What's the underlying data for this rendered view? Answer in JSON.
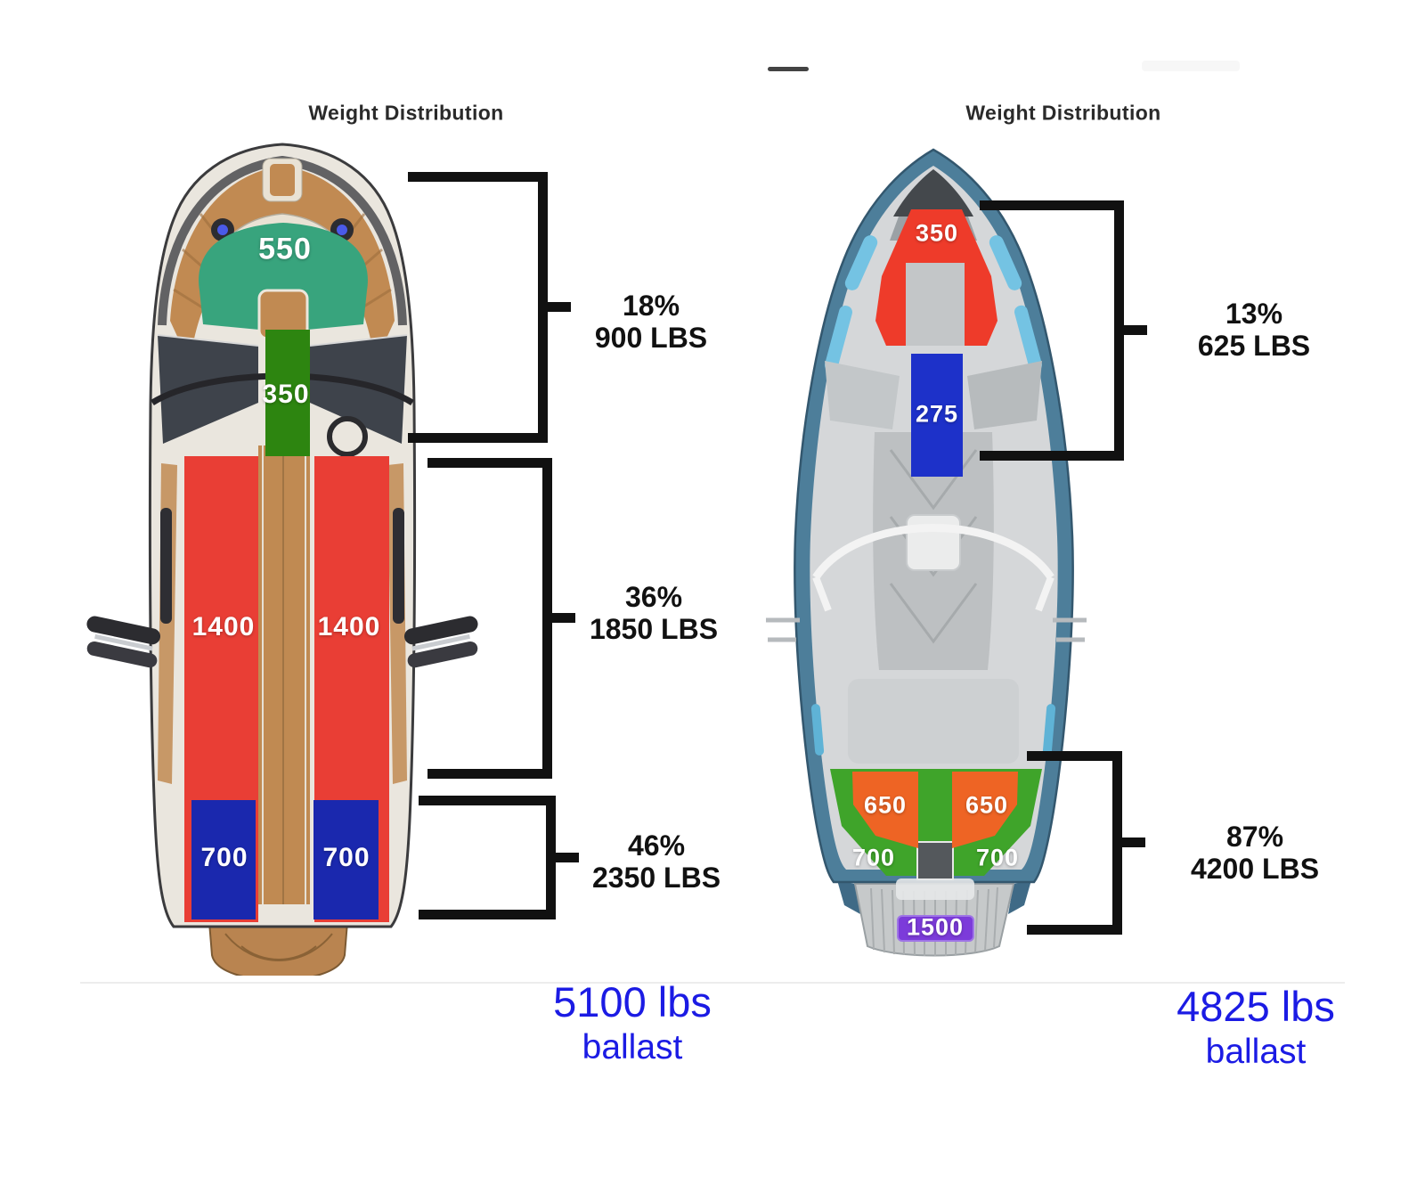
{
  "left": {
    "title": "Weight Distribution",
    "zones": {
      "bow": {
        "value": "550",
        "color": "#38a47d"
      },
      "walkway": {
        "value": "350",
        "color": "#2d8510"
      },
      "mid_port": {
        "value": "1400",
        "color": "#e93e35"
      },
      "mid_starboard": {
        "value": "1400",
        "color": "#e93e35"
      },
      "stern_port": {
        "value": "700",
        "color": "#1a28ae"
      },
      "stern_starboard": {
        "value": "700",
        "color": "#1a28ae"
      }
    },
    "brackets": [
      {
        "percent": "18%",
        "weight": "900 LBS"
      },
      {
        "percent": "36%",
        "weight": "1850 LBS"
      },
      {
        "percent": "46%",
        "weight": "2350 LBS"
      }
    ],
    "total_value": "5100 lbs",
    "total_label": "ballast"
  },
  "right": {
    "title": "Weight Distribution",
    "zones": {
      "bow": {
        "value": "350",
        "color": "#ee3b2a"
      },
      "walkway": {
        "value": "275",
        "color": "#1d31c9"
      },
      "mid_port": {
        "value": "650",
        "color": "#ee6424"
      },
      "mid_starboard": {
        "value": "650",
        "color": "#ee6424"
      },
      "stern_port": {
        "value": "700",
        "color": "#3fa42a"
      },
      "stern_starboard": {
        "value": "700",
        "color": "#3fa42a"
      },
      "platform": {
        "value": "1500",
        "color": "#7c3bda"
      }
    },
    "brackets": [
      {
        "percent": "13%",
        "weight": "625 LBS"
      },
      {
        "percent": "87%",
        "weight": "4200 LBS"
      }
    ],
    "total_value": "4825 lbs",
    "total_label": "ballast"
  },
  "accent_text_color": "#1b1be4",
  "bracket_color": "#111111"
}
